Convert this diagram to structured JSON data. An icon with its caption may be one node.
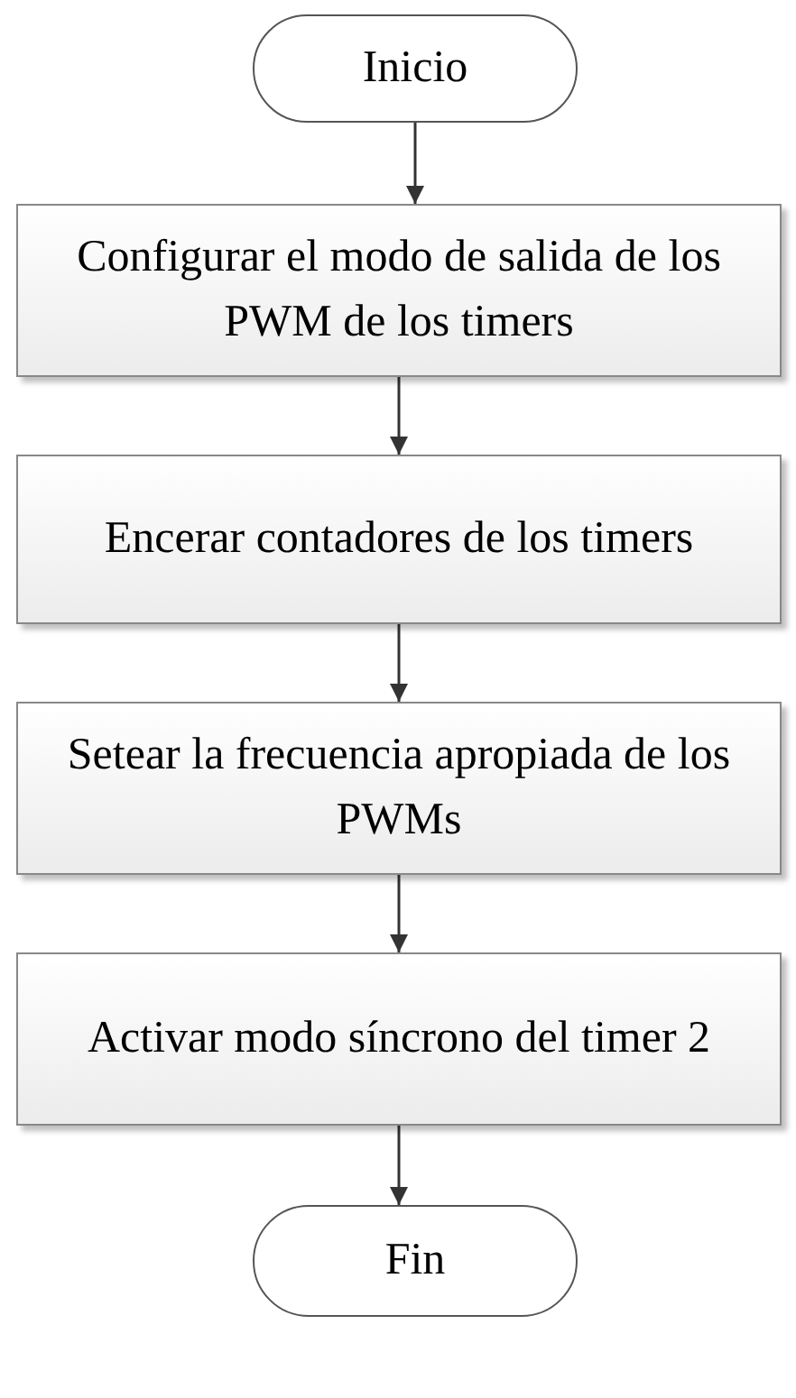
{
  "diagram": {
    "nodes": [
      {
        "text": [
          "Inicio"
        ]
      },
      {
        "text": [
          "Configurar el modo de salida de los PWM de los timers"
        ]
      },
      {
        "text": [
          "Encerar contadores de los timers"
        ]
      },
      {
        "text": [
          "Setear la frecuencia apropiada de los PWMs"
        ]
      },
      {
        "text": [
          "Activar modo síncrono del timer 2"
        ]
      },
      {
        "text": [
          "Fin"
        ]
      }
    ],
    "edges": [
      {
        "from": 0,
        "to": 1,
        "arrow": "to"
      },
      {
        "from": 1,
        "to": 2,
        "arrow": "to"
      },
      {
        "from": 2,
        "to": 3,
        "arrow": "to"
      },
      {
        "from": 3,
        "to": 4,
        "arrow": "to"
      },
      {
        "from": 4,
        "to": 5,
        "arrow": "to"
      }
    ]
  }
}
